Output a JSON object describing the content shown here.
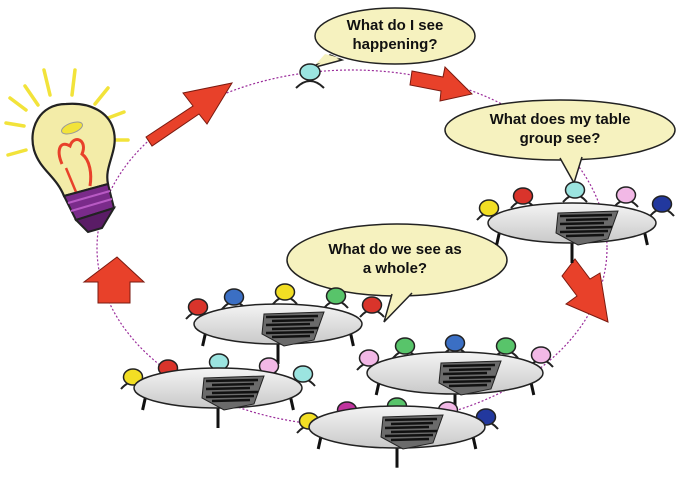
{
  "bubbles": {
    "observer": {
      "line1": "What do I see",
      "line2": "happening?"
    },
    "table_group": {
      "line1": "What does my table",
      "line2": "group see?"
    },
    "whole": {
      "line1": "What do we see as",
      "line2": "a whole?"
    }
  },
  "colors": {
    "bubble_fill": "#f6f2bf",
    "arrow": "#e8412a",
    "cycle_path": "#9b2d9b",
    "bulb_glass": "#f3eca8",
    "bulb_base": "#7a2b8a",
    "rays": "#f2e33a",
    "filament": "#e8412a",
    "table_top": "#e2e2e2"
  },
  "participant_colors": {
    "red": "#d9342b",
    "blue": "#3b6fc4",
    "yellow": "#f2de24",
    "cyan": "#9be4e0",
    "pink": "#f2b8e6",
    "green": "#58c46a",
    "magenta": "#c0349e",
    "navy": "#22389e"
  }
}
